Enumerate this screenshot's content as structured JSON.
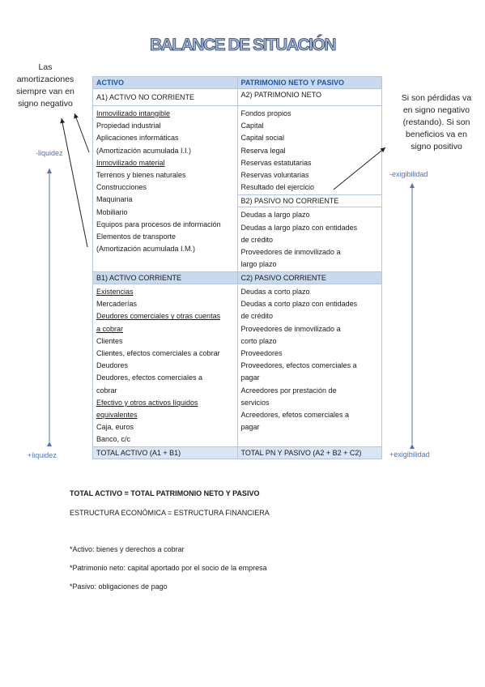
{
  "title": "BALANCE DE SITUACIÓN",
  "note_left": [
    "Las",
    "amortizaciones",
    "siempre van en",
    "signo negativo"
  ],
  "note_right": [
    "Si son pérdidas va",
    "en signo negativo",
    "(restando). Si son",
    "beneficios va en",
    "signo positivo"
  ],
  "axis_left": {
    "top": "-liquidez",
    "bottom": "+liquidez"
  },
  "axis_right": {
    "top": "-exigibilidad",
    "bottom": "+exigibilidad"
  },
  "table": {
    "activo_header": "ACTIVO",
    "pasivo_header": "PATRIMONIO NETO Y PASIVO",
    "a1_header": "A1) ACTIVO NO CORRIENTE",
    "a2_header": "A2) PATRIMONIO NETO",
    "a1_items": [
      {
        "text": "Inmovilizado intangible",
        "underline": true
      },
      {
        "text": "Propiedad industrial"
      },
      {
        "text": "Aplicaciones informáticas"
      },
      {
        "text": "(Amortización acumulada I.I.)"
      },
      {
        "text": "Inmovilizado material",
        "underline": true
      },
      {
        "text": "Terrenos y bienes naturales"
      },
      {
        "text": "Construcciones"
      },
      {
        "text": "Maquinaria"
      },
      {
        "text": "Mobiliario"
      },
      {
        "text": "Equipos para procesos de información"
      },
      {
        "text": "Elementos de transporte"
      },
      {
        "text": "(Amortización acumulada I.M.)"
      }
    ],
    "a2_items": [
      {
        "text": "Fondos propios"
      },
      {
        "text": "Capital"
      },
      {
        "text": "Capital social"
      },
      {
        "text": "Reserva legal"
      },
      {
        "text": "Reservas estatutarias"
      },
      {
        "text": "Reservas voluntarias"
      },
      {
        "text": "Resultado del ejercicio"
      }
    ],
    "b2_header": "B2) PASIVO NO CORRIENTE",
    "b2_items": [
      {
        "text": "Deudas a largo plazo"
      },
      {
        "text": "Deudas a largo plazo con entidades"
      },
      {
        "text": "de crédito"
      },
      {
        "text": "Proveedores de inmovilizado a"
      },
      {
        "text": "largo plazo"
      }
    ],
    "b1_header": "B1) ACTIVO CORRIENTE",
    "c2_header": "C2) PASIVO CORRIENTE",
    "b1_items": [
      {
        "text": "Existencias",
        "underline": true
      },
      {
        "text": "Mercaderías"
      },
      {
        "text": "Deudores comerciales y otras cuentas",
        "underline": true
      },
      {
        "text": "a cobrar",
        "underline": true
      },
      {
        "text": "Clientes"
      },
      {
        "text": "Clientes, efectos comerciales a cobrar"
      },
      {
        "text": "Deudores"
      },
      {
        "text": "Deudores, efectos comerciales a"
      },
      {
        "text": "cobrar"
      },
      {
        "text": "Efectivo y otros activos líquidos",
        "underline": true
      },
      {
        "text": "equivalentes",
        "underline": true
      },
      {
        "text": "Caja, euros"
      },
      {
        "text": "Banco, c/c"
      }
    ],
    "c2_items": [
      {
        "text": "Deudas a corto plazo"
      },
      {
        "text": "Deudas a corto plazo con entidades"
      },
      {
        "text": "de crédito"
      },
      {
        "text": "Proveedores de inmovilizado a"
      },
      {
        "text": "corto plazo"
      },
      {
        "text": "Proveedores"
      },
      {
        "text": "Proveedores, efectos comerciales a"
      },
      {
        "text": "pagar"
      },
      {
        "text": "Acreedores por prestación de"
      },
      {
        "text": "servicios"
      },
      {
        "text": "Acreedores, efetos comerciales a"
      },
      {
        "text": "pagar"
      }
    ],
    "total_activo": "TOTAL ACTIVO (A1 + B1)",
    "total_pasivo": "TOTAL PN Y PASIVO (A2 + B2 + C2)"
  },
  "bottom": {
    "equation1": "TOTAL ACTIVO = TOTAL PATRIMONIO NETO Y PASIVO",
    "equation2": "ESTRUCTURA ECONÓMICA = ESTRUCTURA FINANCIERA",
    "definitions": [
      "*Activo: bienes y derechos a cobrar",
      "*Patrimonio neto: capital aportado por el socio de la empresa",
      "*Pasivo: obligaciones de pago"
    ]
  },
  "colors": {
    "header_bg": "#c9d9ee",
    "header_text": "#1c56a8",
    "axis": "#4f73b5",
    "border": "#b5c6de"
  }
}
